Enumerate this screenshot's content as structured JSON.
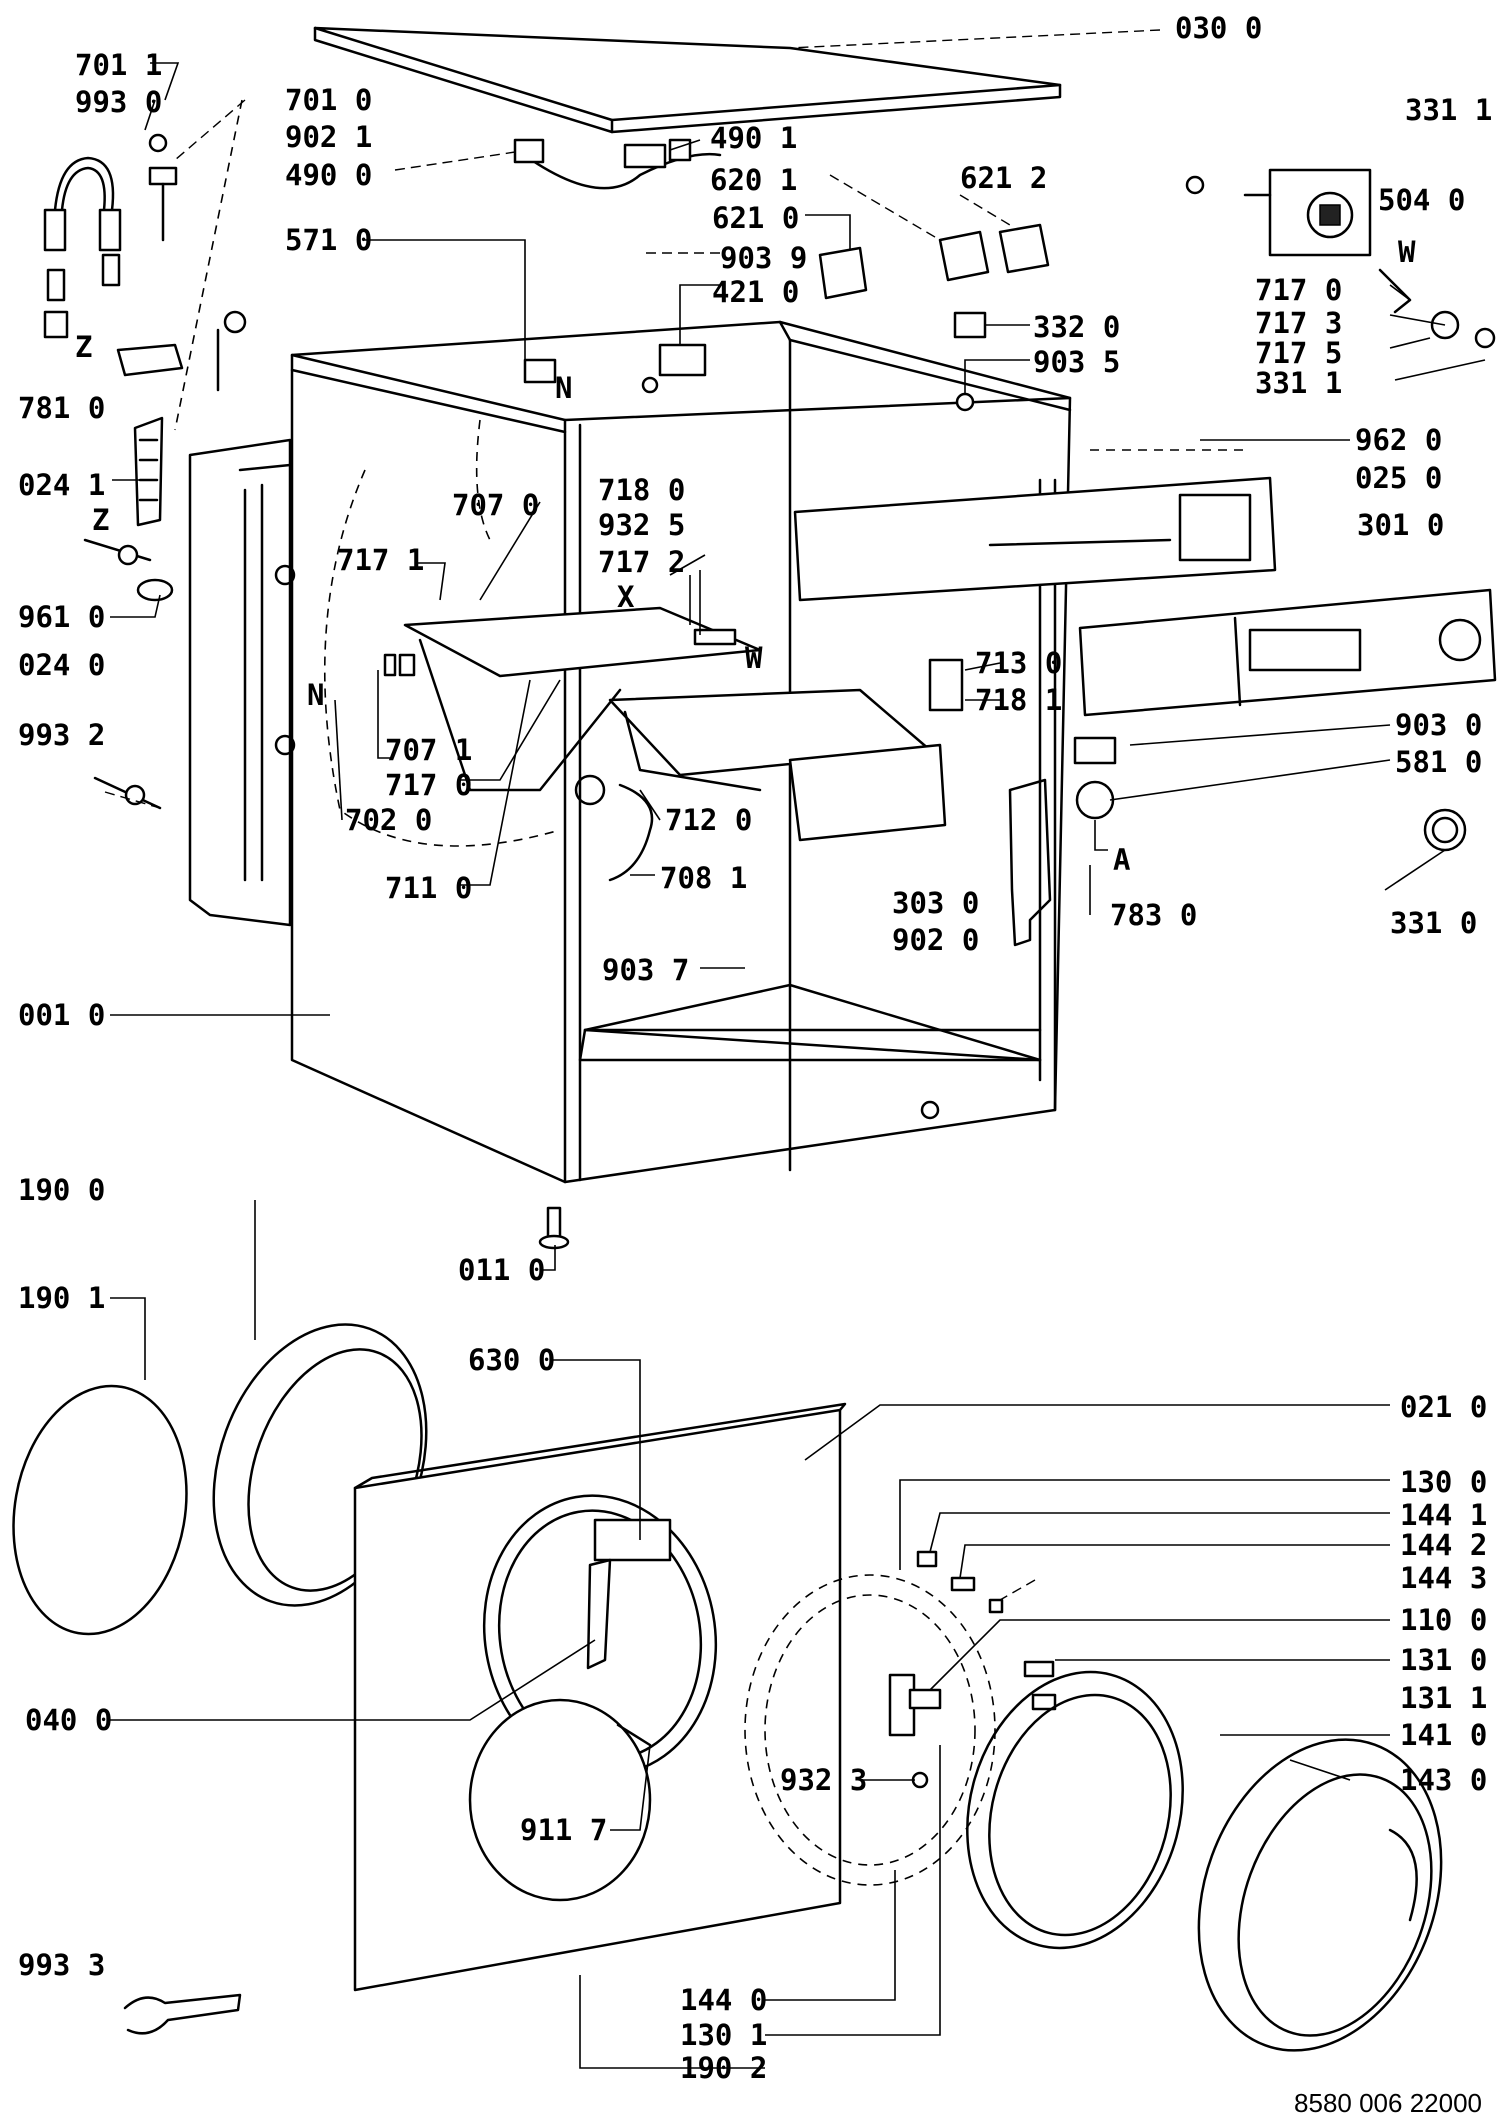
{
  "parts": [
    {
      "id": "p0300",
      "text": "030 0"
    },
    {
      "id": "p3311a",
      "text": "331 1"
    },
    {
      "id": "p7011",
      "text": "701 1"
    },
    {
      "id": "p9930",
      "text": "993 0"
    },
    {
      "id": "p7010",
      "text": "701 0"
    },
    {
      "id": "p9021",
      "text": "902 1"
    },
    {
      "id": "p4900",
      "text": "490 0"
    },
    {
      "id": "p4901",
      "text": "490 1"
    },
    {
      "id": "p6201",
      "text": "620 1"
    },
    {
      "id": "p6212",
      "text": "621 2"
    },
    {
      "id": "p6210",
      "text": "621 0"
    },
    {
      "id": "p5040",
      "text": "504 0"
    },
    {
      "id": "p5710",
      "text": "571 0"
    },
    {
      "id": "p9039",
      "text": "903 9"
    },
    {
      "id": "p4210",
      "text": "421 0"
    },
    {
      "id": "p7170",
      "text": "717 0"
    },
    {
      "id": "p7173",
      "text": "717 3"
    },
    {
      "id": "p7175",
      "text": "717 5"
    },
    {
      "id": "p3311b",
      "text": "331 1"
    },
    {
      "id": "p3320",
      "text": "332 0"
    },
    {
      "id": "p9035",
      "text": "903 5"
    },
    {
      "id": "p7810",
      "text": "781 0"
    },
    {
      "id": "p9620",
      "text": "962 0"
    },
    {
      "id": "p0250",
      "text": "025 0"
    },
    {
      "id": "p0241a",
      "text": "024 1"
    },
    {
      "id": "p7070",
      "text": "707 0"
    },
    {
      "id": "p7180",
      "text": "718 0"
    },
    {
      "id": "p9325",
      "text": "932 5"
    },
    {
      "id": "p3010",
      "text": "301 0"
    },
    {
      "id": "p7171",
      "text": "717 1"
    },
    {
      "id": "p7172",
      "text": "717 2"
    },
    {
      "id": "p9610",
      "text": "961 0"
    },
    {
      "id": "p7130",
      "text": "713 0"
    },
    {
      "id": "p0240",
      "text": "024 0"
    },
    {
      "id": "p7181",
      "text": "718 1"
    },
    {
      "id": "p9930b",
      "text": "993 2"
    },
    {
      "id": "p7071",
      "text": "707 1"
    },
    {
      "id": "p9030",
      "text": "903 0"
    },
    {
      "id": "p7170b",
      "text": "717 0"
    },
    {
      "id": "p5810",
      "text": "581 0"
    },
    {
      "id": "p7020",
      "text": "702 0"
    },
    {
      "id": "p7120",
      "text": "712 0"
    },
    {
      "id": "p7110",
      "text": "711 0"
    },
    {
      "id": "p7081",
      "text": "708 1"
    },
    {
      "id": "p3030",
      "text": "303 0"
    },
    {
      "id": "p7830",
      "text": "783 0"
    },
    {
      "id": "p3310",
      "text": "331 0"
    },
    {
      "id": "p9020",
      "text": "902 0"
    },
    {
      "id": "p9037",
      "text": "903 7"
    },
    {
      "id": "p0010",
      "text": "001 0"
    },
    {
      "id": "p1900",
      "text": "190 0"
    },
    {
      "id": "p0110",
      "text": "011 0"
    },
    {
      "id": "p1901",
      "text": "190 1"
    },
    {
      "id": "p6300",
      "text": "630 0"
    },
    {
      "id": "p0210",
      "text": "021 0"
    },
    {
      "id": "p1300",
      "text": "130 0"
    },
    {
      "id": "p1441",
      "text": "144 1"
    },
    {
      "id": "p1442",
      "text": "144 2"
    },
    {
      "id": "p1443",
      "text": "144 3"
    },
    {
      "id": "p1100",
      "text": "110 0"
    },
    {
      "id": "p1310",
      "text": "131 0"
    },
    {
      "id": "p0400",
      "text": "040 0"
    },
    {
      "id": "p1311",
      "text": "131 1"
    },
    {
      "id": "p1410",
      "text": "141 0"
    },
    {
      "id": "p9323",
      "text": "932 3"
    },
    {
      "id": "p1430",
      "text": "143 0"
    },
    {
      "id": "p9117",
      "text": "911 7"
    },
    {
      "id": "p9933",
      "text": "993 3"
    },
    {
      "id": "p1440",
      "text": "144 0"
    },
    {
      "id": "p1301",
      "text": "130 1"
    },
    {
      "id": "p1902",
      "text": "190 2"
    }
  ],
  "markers": [
    {
      "id": "mZ1",
      "text": "Z"
    },
    {
      "id": "mZ2",
      "text": "Z"
    },
    {
      "id": "mN1",
      "text": "N"
    },
    {
      "id": "mN2",
      "text": "N"
    },
    {
      "id": "mX",
      "text": "X"
    },
    {
      "id": "mW1",
      "text": "W"
    },
    {
      "id": "mW2",
      "text": "W"
    },
    {
      "id": "mA",
      "text": "A"
    }
  ],
  "footer_code": "8580 006 22000"
}
